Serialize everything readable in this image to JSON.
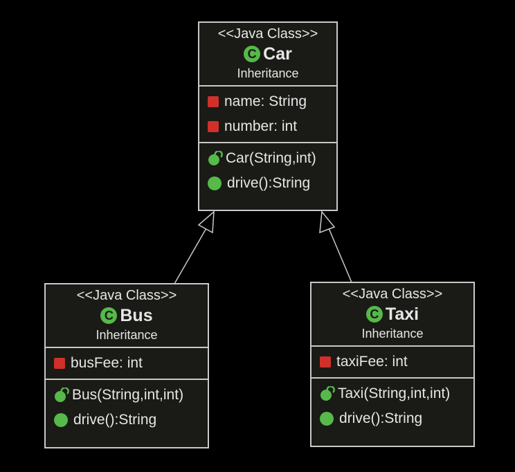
{
  "classes": {
    "car": {
      "stereotype": "<<Java Class>>",
      "icon": "class-icon",
      "name": "Car",
      "package": "Inheritance",
      "fields": [
        {
          "icon": "private-field-icon",
          "text": "name: String"
        },
        {
          "icon": "private-field-icon",
          "text": "number: int"
        }
      ],
      "methods": [
        {
          "icon": "constructor-icon",
          "text": "Car(String,int)"
        },
        {
          "icon": "public-method-icon",
          "text": "drive():String"
        }
      ]
    },
    "bus": {
      "stereotype": "<<Java Class>>",
      "icon": "class-icon",
      "name": "Bus",
      "package": "Inheritance",
      "fields": [
        {
          "icon": "private-field-icon",
          "text": "busFee: int"
        }
      ],
      "methods": [
        {
          "icon": "constructor-icon",
          "text": "Bus(String,int,int)"
        },
        {
          "icon": "public-method-icon",
          "text": "drive():String"
        }
      ]
    },
    "taxi": {
      "stereotype": "<<Java Class>>",
      "icon": "class-icon",
      "name": "Taxi",
      "package": "Inheritance",
      "fields": [
        {
          "icon": "private-field-icon",
          "text": "taxiFee: int"
        }
      ],
      "methods": [
        {
          "icon": "constructor-icon",
          "text": "Taxi(String,int,int)"
        },
        {
          "icon": "public-method-icon",
          "text": "drive():String"
        }
      ]
    }
  },
  "edges": [
    {
      "from": "Bus",
      "to": "Car",
      "type": "inheritance"
    },
    {
      "from": "Taxi",
      "to": "Car",
      "type": "inheritance"
    }
  ],
  "colors": {
    "background": "#000000",
    "box_fill": "#1a1a17",
    "border": "#c9c9c9",
    "text": "#e6e6e6",
    "class_icon": "#56b949",
    "private_icon": "#d0302a",
    "public_icon": "#56b949"
  }
}
